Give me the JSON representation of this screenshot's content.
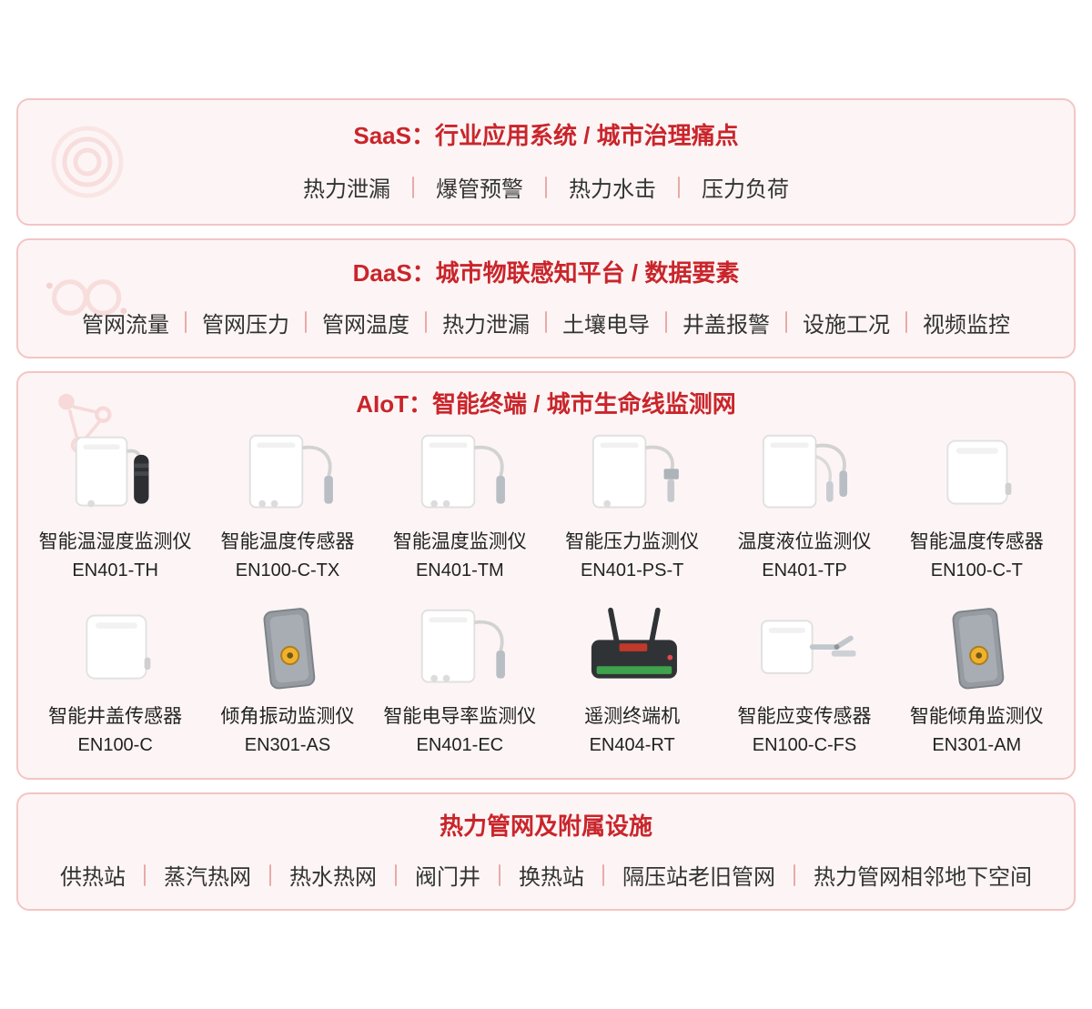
{
  "colors": {
    "accent_red": "#c9252b",
    "panel_border": "#f3c5c5",
    "panel_bg": "#fdf5f5",
    "separator": "#eba9a9",
    "text": "#333333"
  },
  "sections": {
    "saas": {
      "icon": "rings-watermark-icon",
      "title": "SaaS：行业应用系统 / 城市治理痛点",
      "items": [
        "热力泄漏",
        "爆管预警",
        "热力水击",
        "压力负荷"
      ]
    },
    "daas": {
      "icon": "infinity-watermark-icon",
      "title": "DaaS：城市物联感知平台 / 数据要素",
      "items": [
        "管网流量",
        "管网压力",
        "管网温度",
        "热力泄漏",
        "土壤电导",
        "井盖报警",
        "设施工况",
        "视频监控"
      ]
    },
    "aiot": {
      "icon": "network-watermark-icon",
      "title": "AIoT：智能终端 / 城市生命线监测网",
      "products": [
        {
          "name": "智能温湿度监测仪",
          "model": "EN401-TH"
        },
        {
          "name": "智能温度传感器",
          "model": "EN100-C-TX"
        },
        {
          "name": "智能温度监测仪",
          "model": "EN401-TM"
        },
        {
          "name": "智能压力监测仪",
          "model": "EN401-PS-T"
        },
        {
          "name": "温度液位监测仪",
          "model": "EN401-TP"
        },
        {
          "name": "智能温度传感器",
          "model": "EN100-C-T"
        },
        {
          "name": "智能井盖传感器",
          "model": "EN100-C"
        },
        {
          "name": "倾角振动监测仪",
          "model": "EN301-AS"
        },
        {
          "name": "智能电导率监测仪",
          "model": "EN401-EC"
        },
        {
          "name": "遥测终端机",
          "model": "EN404-RT"
        },
        {
          "name": "智能应变传感器",
          "model": "EN100-C-FS"
        },
        {
          "name": "智能倾角监测仪",
          "model": "EN301-AM"
        }
      ]
    },
    "infra": {
      "title": "热力管网及附属设施",
      "items": [
        "供热站",
        "蒸汽热网",
        "热水热网",
        "阀门井",
        "换热站",
        "隔压站老旧管网",
        "热力管网相邻地下空间"
      ]
    }
  }
}
